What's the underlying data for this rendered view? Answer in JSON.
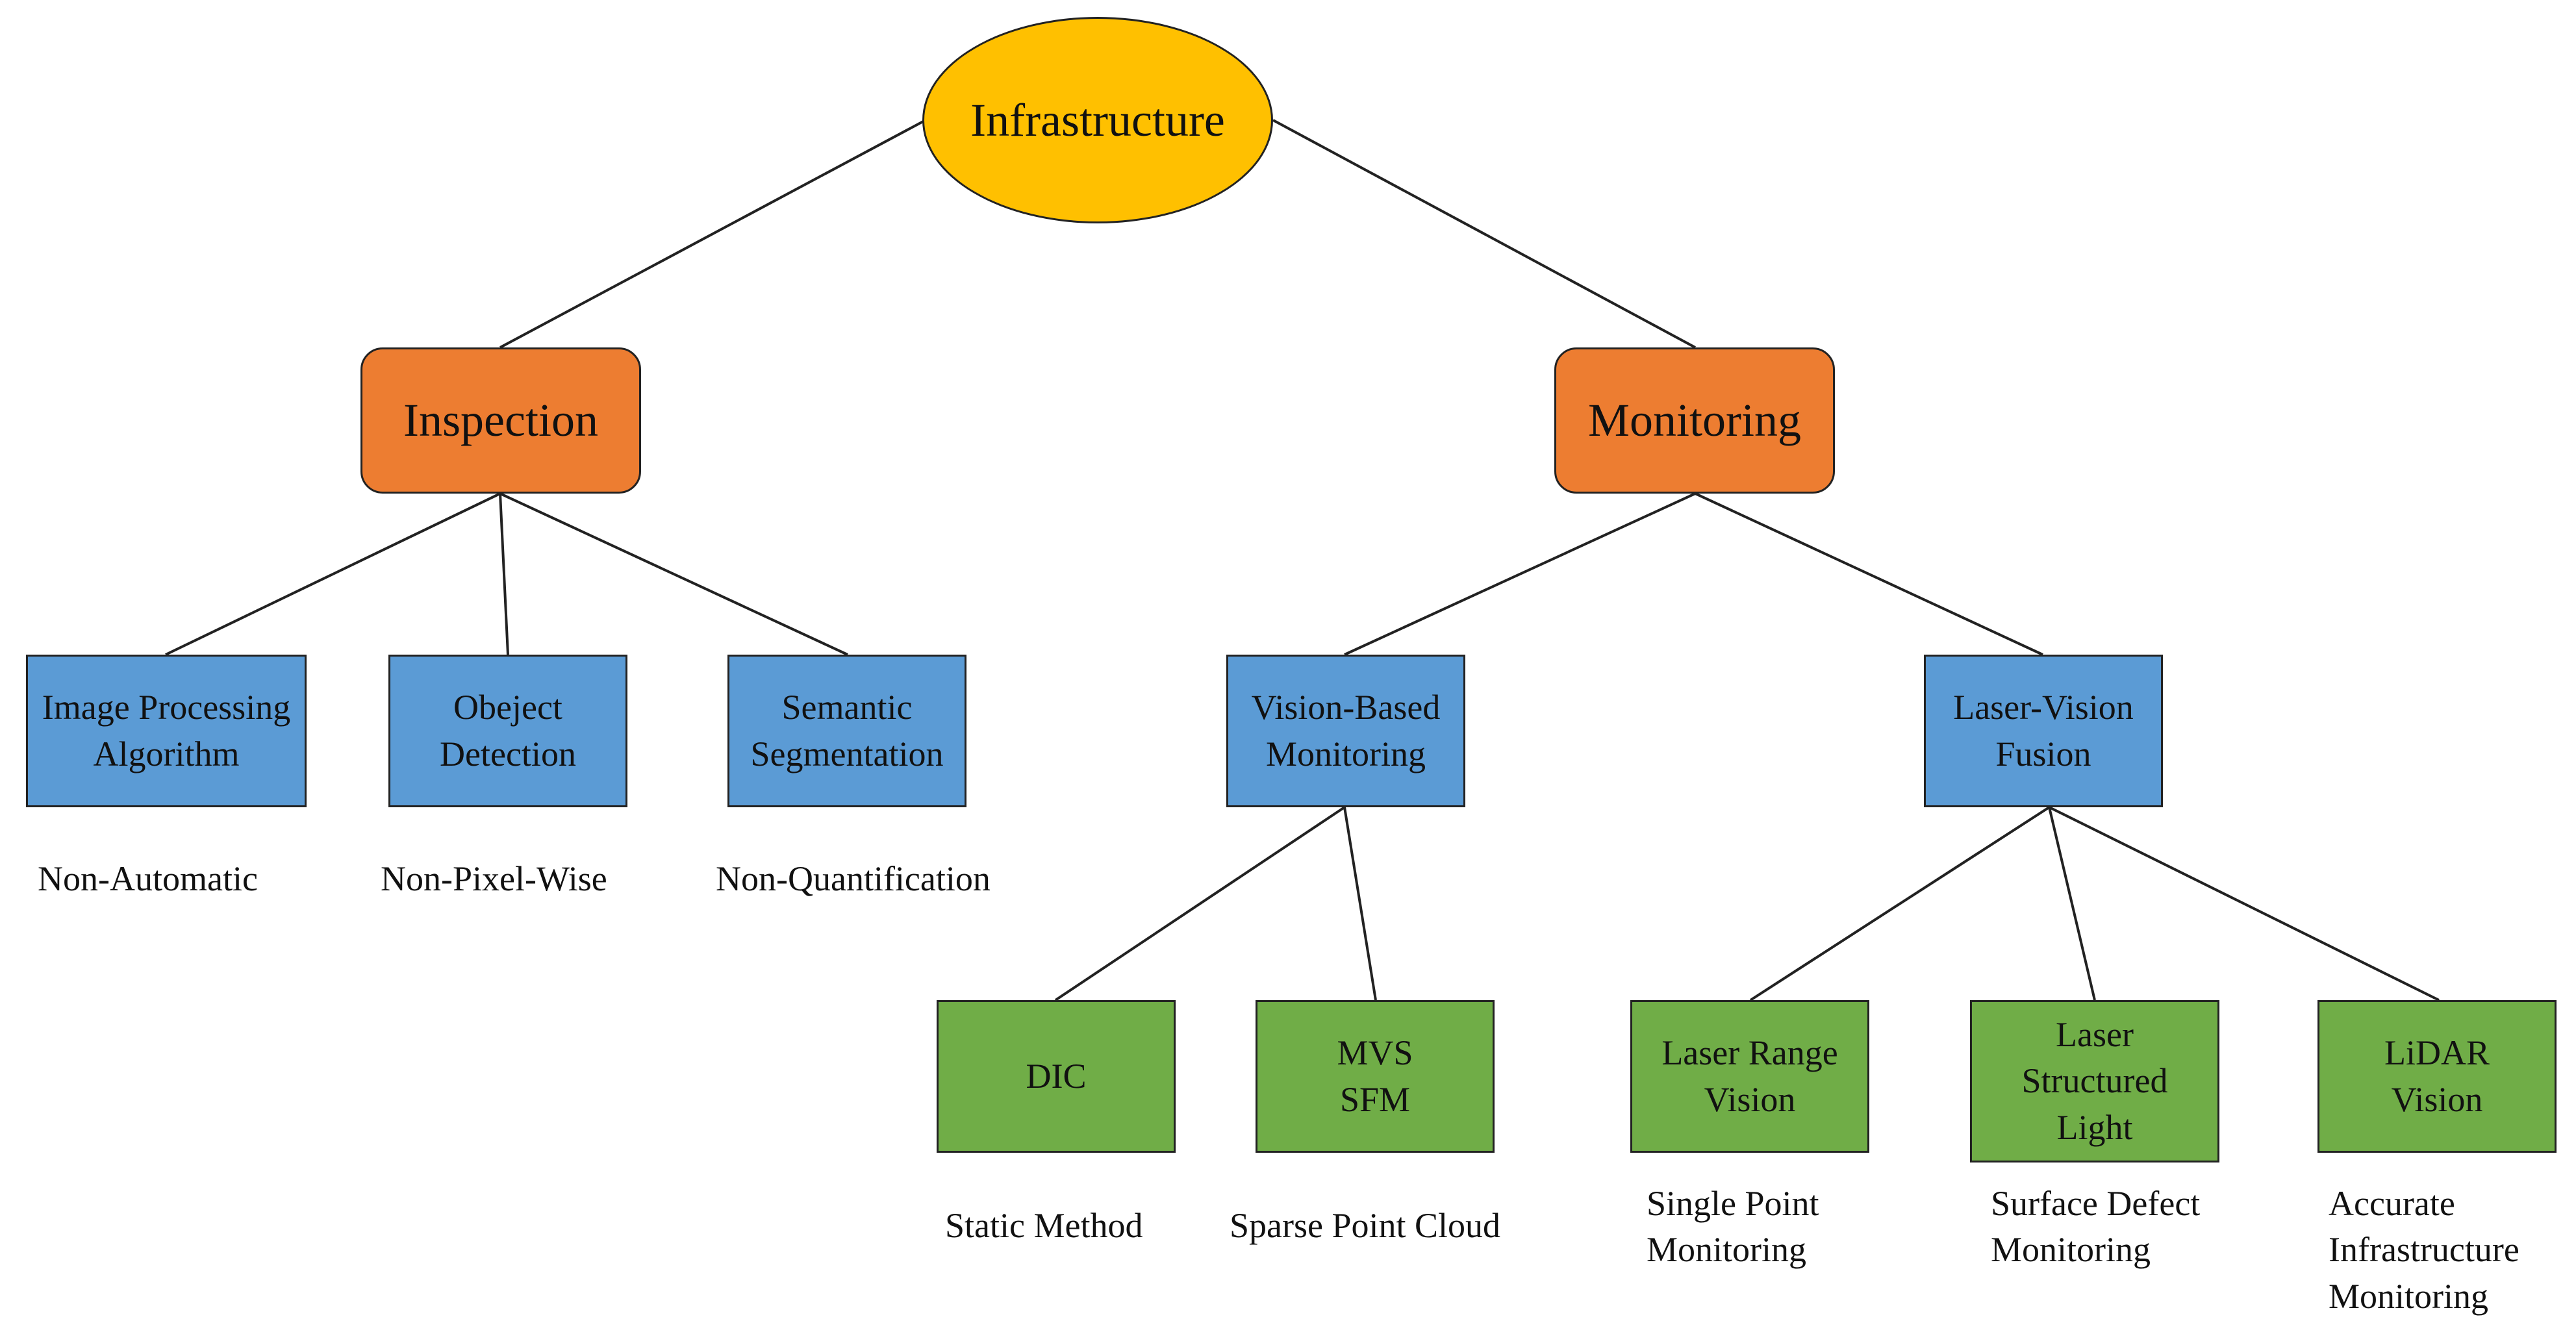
{
  "root": "Infrastructure",
  "inspection": {
    "label": "Inspection",
    "children": [
      {
        "label": "Image Processing\nAlgorithm",
        "note": "Non-Automatic"
      },
      {
        "label": "Obeject\nDetection",
        "note": "Non-Pixel-Wise"
      },
      {
        "label": "Semantic\nSegmentation",
        "note": "Non-Quantification"
      }
    ]
  },
  "monitoring": {
    "label": "Monitoring",
    "vision_based": {
      "label": "Vision-Based\nMonitoring",
      "children": [
        {
          "label": "DIC",
          "note": "Static Method"
        },
        {
          "label": "MVS\nSFM",
          "note": "Sparse Point Cloud"
        }
      ]
    },
    "laser_vision": {
      "label": "Laser-Vision\nFusion",
      "children": [
        {
          "label": "Laser Range\nVision",
          "note": "Single Point\nMonitoring"
        },
        {
          "label": "Laser\nStructured\nLight",
          "note": "Surface Defect\nMonitoring"
        },
        {
          "label": "LiDAR\nVision",
          "note": "Accurate\nInfrastructure\nMonitoring"
        }
      ]
    }
  },
  "colors": {
    "root": "#FFC000",
    "level1": "#ED7D31",
    "level2": "#5B9BD5",
    "level3": "#70AD47",
    "line": "#222222"
  }
}
